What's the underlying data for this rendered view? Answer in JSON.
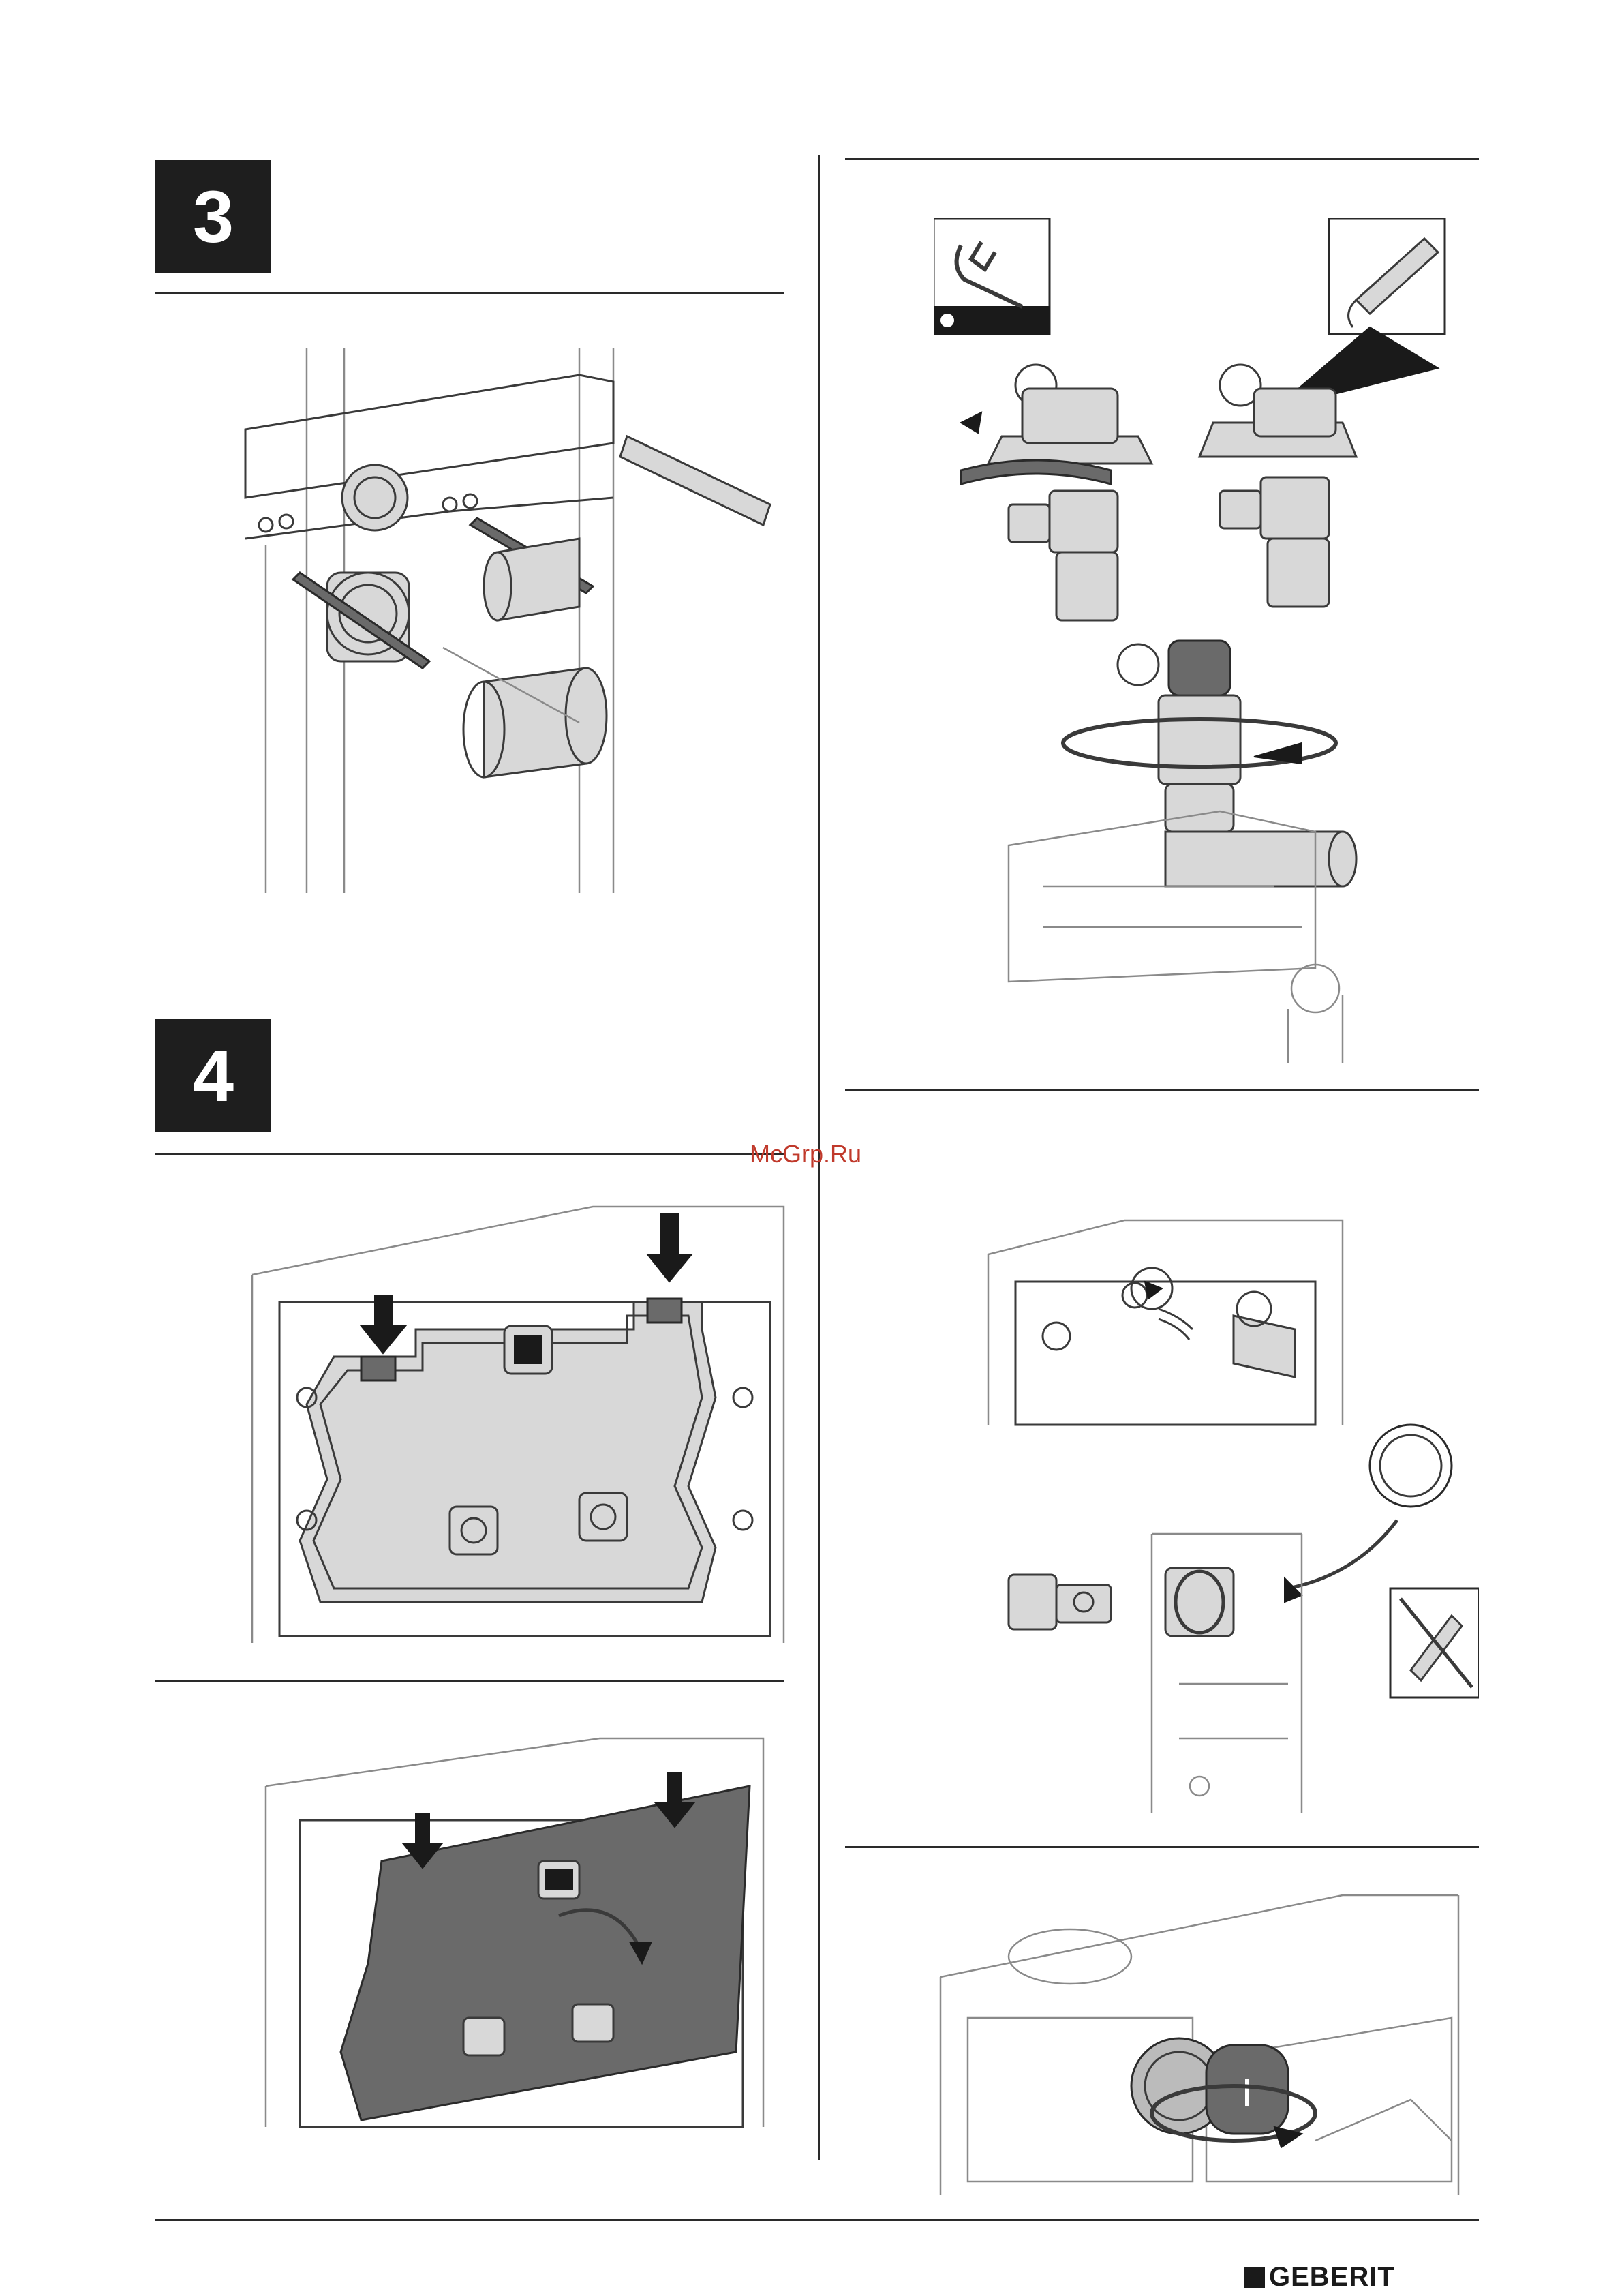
{
  "steps": [
    {
      "number": "3"
    },
    {
      "number": "4"
    }
  ],
  "watermark": "McGrp.Ru",
  "brand": "GEBERIT",
  "icons": [
    "wrench-icon",
    "sealant-tube-icon",
    "no-pipe-wrench-icon",
    "arrow-icon"
  ]
}
